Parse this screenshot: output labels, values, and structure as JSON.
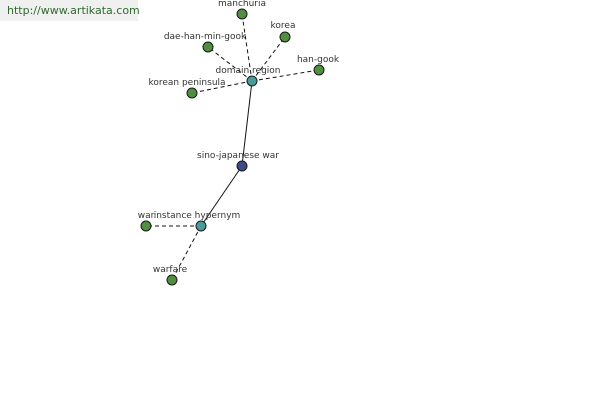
{
  "watermark": "http://www.artikata.com",
  "colors": {
    "leaf": "#4f8f3f",
    "hub": "#4a9a9a",
    "root": "#3d4a8a",
    "edge": "#111111"
  },
  "nodes": {
    "manchuria": "manchuria",
    "korea": "korea",
    "dae_han_min_gook": "dae-han-min-gook",
    "han_gook": "han-gook",
    "korean_peninsula": "korean peninsula",
    "domain_region": "domain region",
    "sino_japanese_war": "sino-japanese war",
    "war": "war",
    "instance_hypernym": "instance hypernym",
    "warfare": "warfare"
  }
}
